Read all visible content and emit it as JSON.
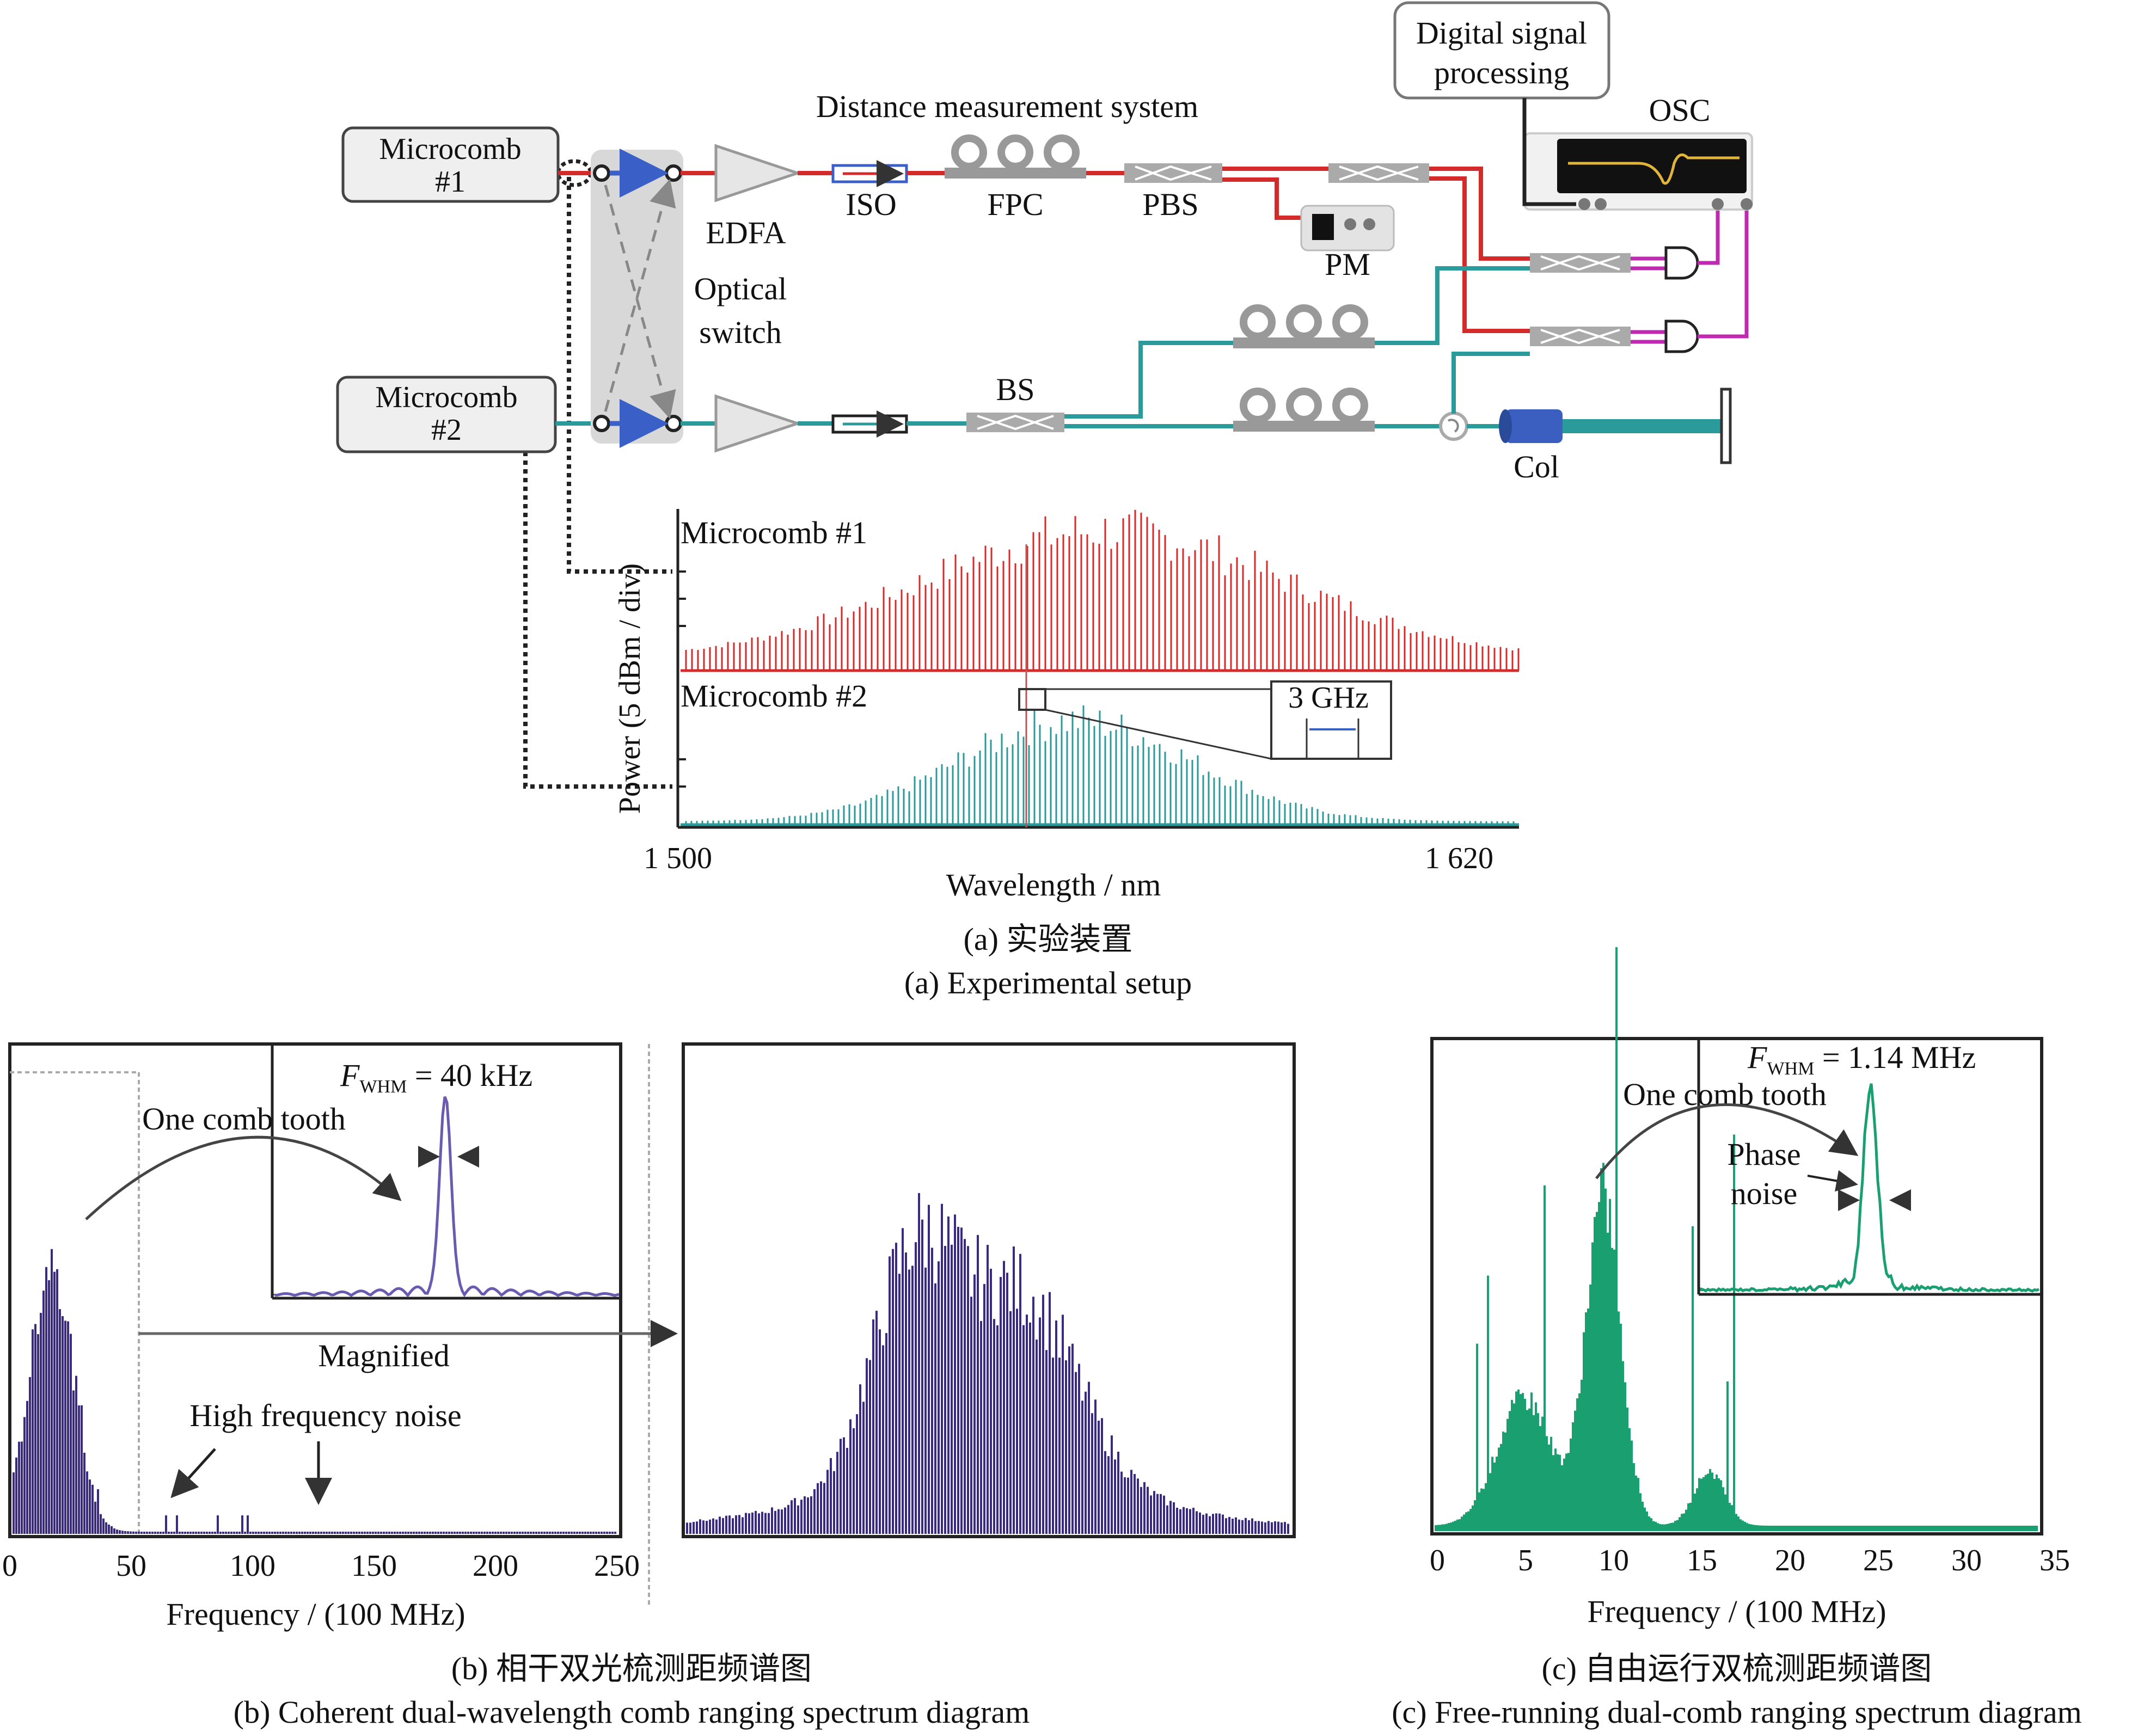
{
  "colors": {
    "red": "#d42a2a",
    "teal": "#2a9a9a",
    "magenta": "#c02ab0",
    "gray": "#9a9a9a",
    "dark_blue": "#3a2a80",
    "blue_arrow": "#3a60c8",
    "green": "#1aa070",
    "box_fill": "#efefef"
  },
  "setup": {
    "microcomb1": [
      "Microcomb",
      "#1"
    ],
    "microcomb2": [
      "Microcomb",
      "#2"
    ],
    "optical_switch": [
      "Optical",
      "switch"
    ],
    "system_title": "Distance measurement system",
    "edfa": "EDFA",
    "iso": "ISO",
    "fpc": "FPC",
    "pbs": "PBS",
    "pm": "PM",
    "bs": "BS",
    "col": "Col",
    "osc": "OSC",
    "dsp": [
      "Digital signal",
      "processing"
    ]
  },
  "spectrum_a": {
    "ylabel": "Power (5 dBm / div)",
    "label1": "Microcomb #1",
    "label2": "Microcomb #2",
    "xtick_left": "1 500",
    "xtick_right": "1 620",
    "xlabel": "Wavelength / nm",
    "inset": "3 GHz"
  },
  "caption_a": [
    "(a) 实验装置",
    "(a) Experimental setup"
  ],
  "panel_b": {
    "fwhm_prefix": "F",
    "fwhm_sub": "WHM",
    "fwhm_value": " = 40 kHz",
    "tooth_label": "One comb tooth",
    "magnified": "Magnified",
    "noise_label": "High frequency noise",
    "xticks": [
      "0",
      "50",
      "100",
      "150",
      "200",
      "250"
    ],
    "xlabel": "Frequency / (100 MHz)"
  },
  "caption_b": [
    "(b) 相干双光梳测距频谱图",
    "(b) Coherent dual-wavelength comb ranging spectrum diagram"
  ],
  "panel_c": {
    "fwhm_prefix": "F",
    "fwhm_sub": "WHM",
    "fwhm_value": " = 1.14 MHz",
    "tooth_label": "One comb tooth",
    "phase_noise": [
      "Phase",
      "noise"
    ],
    "xticks": [
      "0",
      "5",
      "10",
      "15",
      "20",
      "25",
      "30",
      "35"
    ],
    "xlabel": "Frequency / (100 MHz)"
  },
  "caption_c": [
    "(c) 自由运行双梳测距频谱图",
    "(c) Free-running dual-comb ranging spectrum diagram"
  ]
}
